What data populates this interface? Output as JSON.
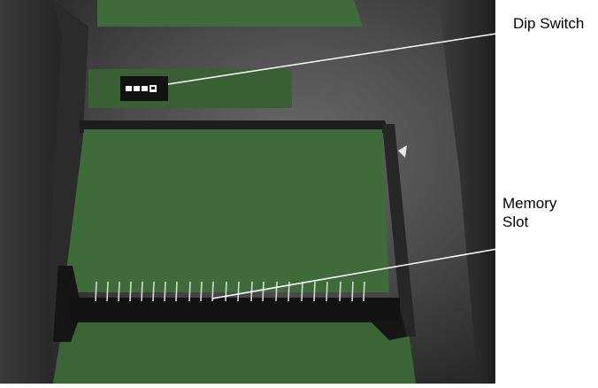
{
  "callouts": {
    "dip_switch": "Dip Switch",
    "memory_slot_line1": "Memory",
    "memory_slot_line2": "Slot"
  },
  "colors": {
    "board_green": "#3f6a3a",
    "casing_dark": "#2a2a2a",
    "casing_mid": "#4a4a4a",
    "leader_line": "#ffffff",
    "label_text": "#000000"
  }
}
